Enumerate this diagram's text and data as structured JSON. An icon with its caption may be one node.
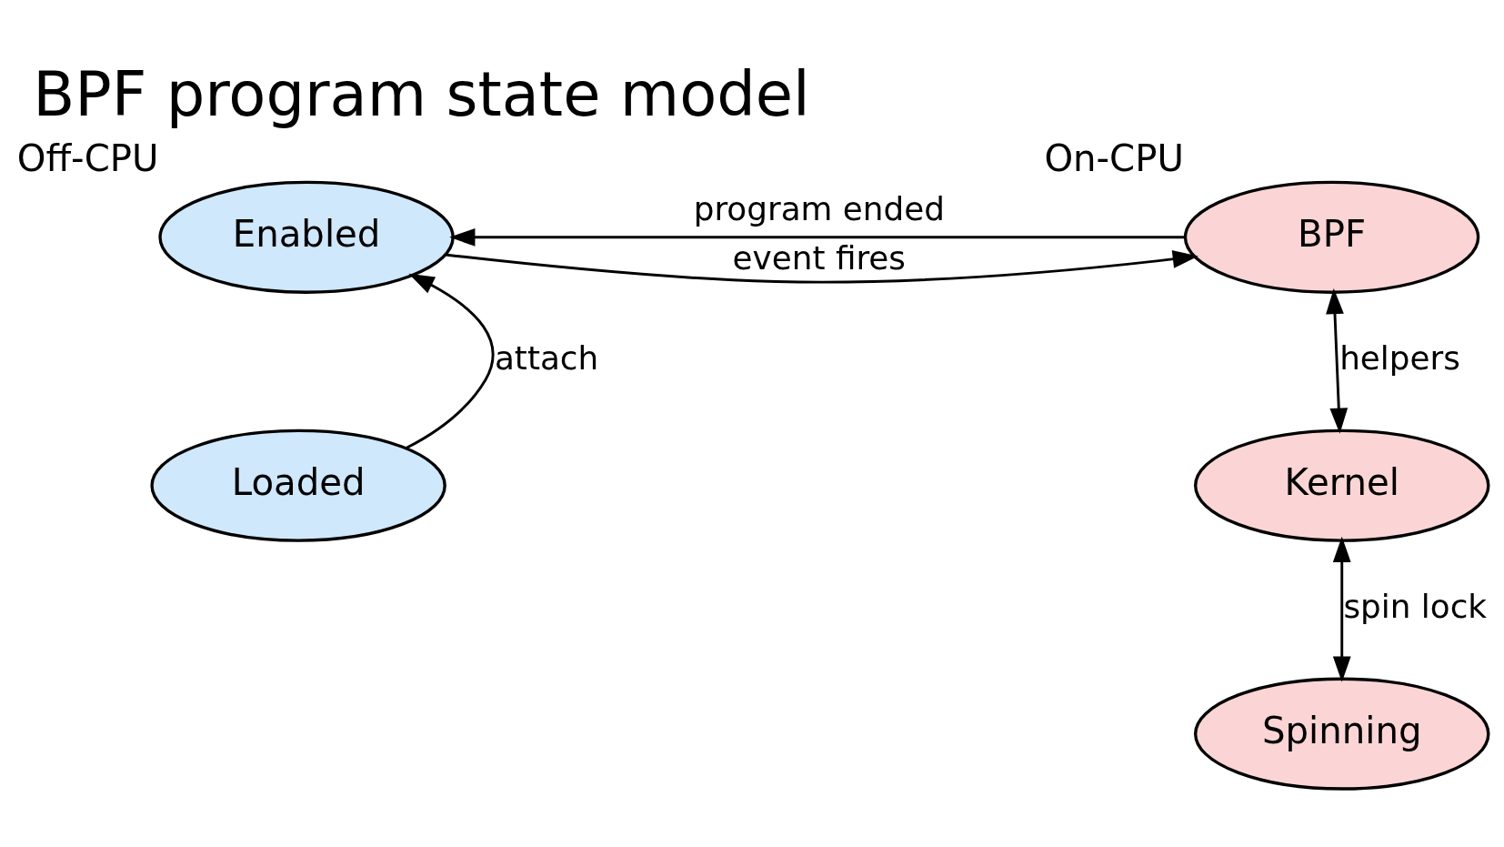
{
  "diagram": {
    "title": "BPF program state model",
    "nodes": [
      {
        "text": [
          "Enabled"
        ],
        "beside": [
          "Off-CPU"
        ]
      },
      {
        "text": [
          "Loaded"
        ]
      },
      {
        "text": [
          "BPF"
        ],
        "beside": [
          "On-CPU"
        ]
      },
      {
        "text": [
          "Kernel"
        ]
      },
      {
        "text": [
          "Spinning"
        ]
      }
    ],
    "edges": [
      {
        "from": 0,
        "to": 2,
        "arrow": "to",
        "label": "event fires"
      },
      {
        "from": 2,
        "to": 0,
        "arrow": "to",
        "label": "program ended"
      },
      {
        "from": 1,
        "to": 0,
        "arrow": "to",
        "label": "attach"
      },
      {
        "from": 2,
        "to": 3,
        "arrow": "both",
        "label": "helpers"
      },
      {
        "from": 3,
        "to": 4,
        "arrow": "both",
        "label": "spin lock"
      }
    ]
  }
}
